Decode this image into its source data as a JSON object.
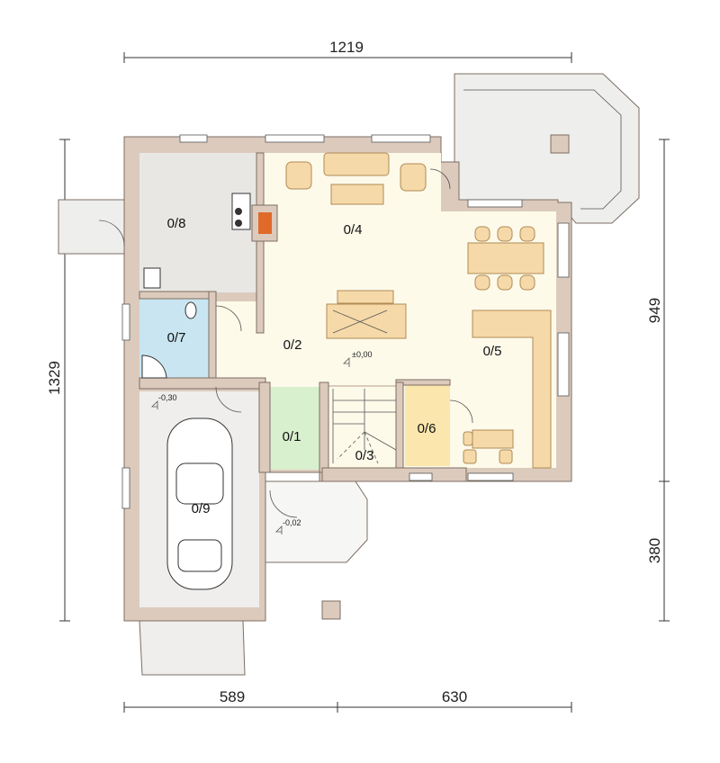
{
  "dimensions": {
    "overall_width": "1219",
    "overall_depth": "1329",
    "right_upper": "949",
    "right_lower": "380",
    "bottom_left": "589",
    "bottom_right": "630"
  },
  "rooms": [
    {
      "id": "0/1",
      "color": "#d9f0cf"
    },
    {
      "id": "0/2",
      "color": "#fdfaea"
    },
    {
      "id": "0/3",
      "color": "#fdfaea"
    },
    {
      "id": "0/4",
      "color": "#fdfaea"
    },
    {
      "id": "0/5",
      "color": "#fdfaea"
    },
    {
      "id": "0/6",
      "color": "#fbe6ad"
    },
    {
      "id": "0/7",
      "color": "#c9e5f1"
    },
    {
      "id": "0/8",
      "color": "#e9e7e4"
    },
    {
      "id": "0/9",
      "color": "#efeeec"
    }
  ],
  "levels": {
    "main": "±0,00",
    "garage": "-0,30",
    "entrance": "-0,02"
  },
  "colors": {
    "wall": "#dccbbd",
    "wall_outline": "#7d6e64",
    "furniture": "#f6d9a8"
  }
}
